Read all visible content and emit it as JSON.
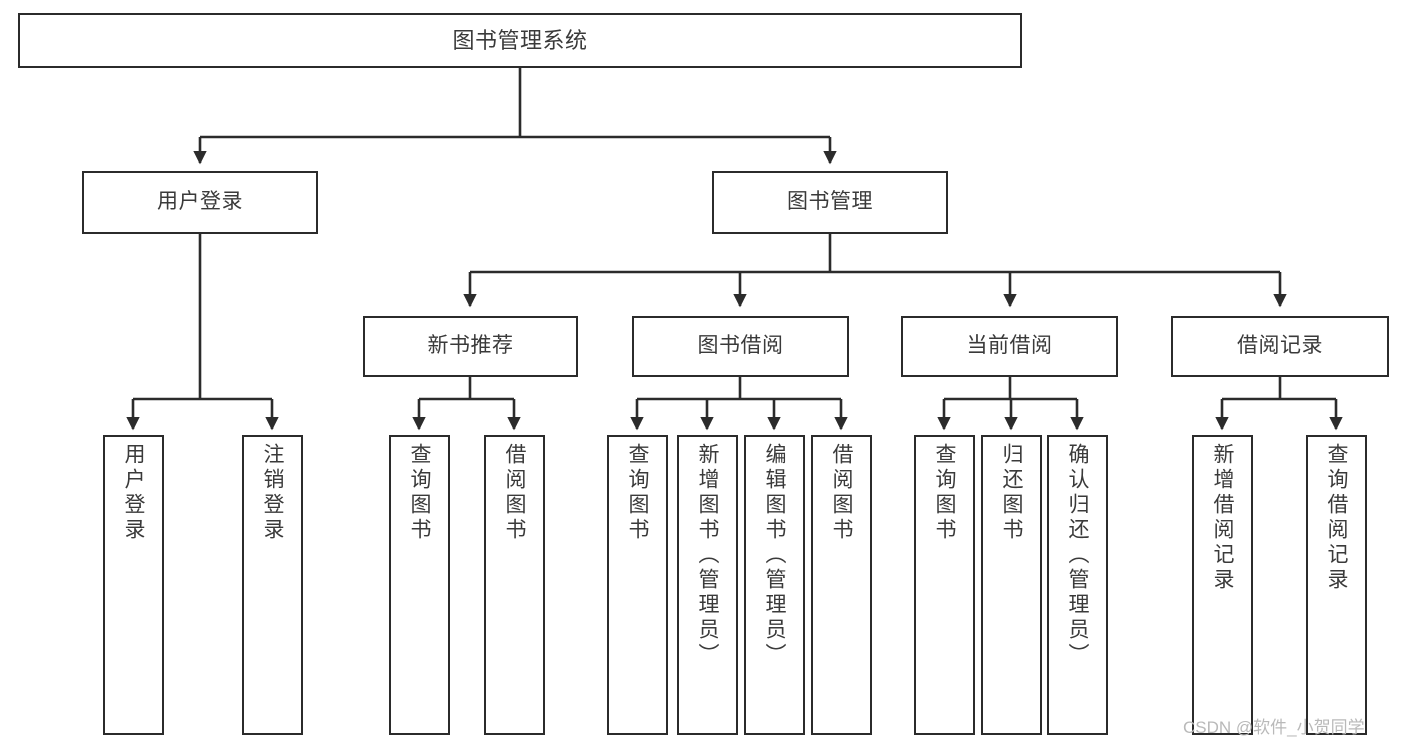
{
  "diagram": {
    "type": "tree",
    "title": "图书管理系统",
    "orientation": "top-down",
    "colors": {
      "box_border": "#2b2b2b",
      "box_fill": "#ffffff",
      "edge": "#2b2b2b",
      "text": "#3a3a3a",
      "watermark": "#b9b9b9"
    },
    "nodes": {
      "root": {
        "label": "图书管理系统"
      },
      "level2": [
        {
          "label": "用户登录"
        },
        {
          "label": "图书管理"
        }
      ],
      "level3": [
        {
          "label": "新书推荐"
        },
        {
          "label": "图书借阅"
        },
        {
          "label": "当前借阅"
        },
        {
          "label": "借阅记录"
        }
      ],
      "leaves": {
        "user_login": [
          {
            "label": "用户登录"
          },
          {
            "label": "注销登录"
          }
        ],
        "new_book_recommend": [
          {
            "label": "查询图书"
          },
          {
            "label": "借阅图书"
          }
        ],
        "book_borrow": [
          {
            "label": "查询图书"
          },
          {
            "label": "新增图书（管理员）"
          },
          {
            "label": "编辑图书（管理员）"
          },
          {
            "label": "借阅图书"
          }
        ],
        "current_borrow": [
          {
            "label": "查询图书"
          },
          {
            "label": "归还图书"
          },
          {
            "label": "确认归还（管理员）"
          }
        ],
        "borrow_record": [
          {
            "label": "新增借阅记录"
          },
          {
            "label": "查询借阅记录"
          }
        ]
      }
    }
  },
  "watermark": {
    "text": "CSDN @软件_小贺同学"
  }
}
